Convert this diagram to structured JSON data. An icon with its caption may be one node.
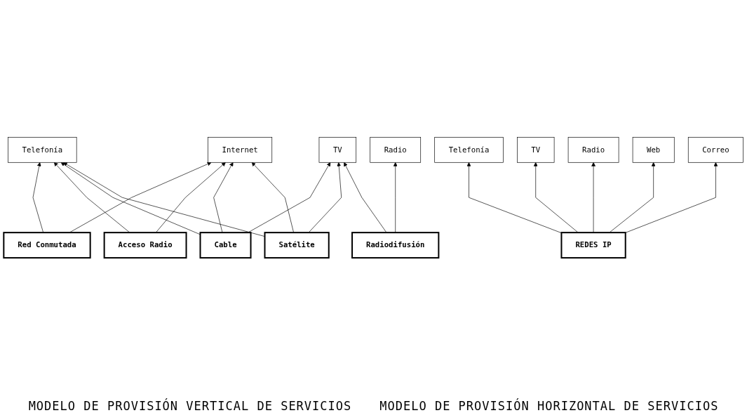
{
  "diagram": {
    "nodes": [
      {
        "text": [
          "Telefonía"
        ]
      },
      {
        "text": [
          "Internet"
        ]
      },
      {
        "text": [
          "TV"
        ]
      },
      {
        "text": [
          "Radio"
        ]
      },
      {
        "text": [
          "Red Conmutada"
        ]
      },
      {
        "text": [
          "Acceso Radio"
        ]
      },
      {
        "text": [
          "Cable"
        ]
      },
      {
        "text": [
          "Satélite"
        ]
      },
      {
        "text": [
          "Radiodifusión"
        ]
      },
      {
        "text": [
          "Telefonía"
        ]
      },
      {
        "text": [
          "TV"
        ]
      },
      {
        "text": [
          "Radio"
        ]
      },
      {
        "text": [
          "Web"
        ]
      },
      {
        "text": [
          "Correo"
        ]
      },
      {
        "text": [
          "REDES IP"
        ]
      }
    ],
    "edges": [
      {
        "from": 4,
        "to": 0,
        "arrow": "to"
      },
      {
        "from": 4,
        "to": 1,
        "arrow": "to"
      },
      {
        "from": 5,
        "to": 0,
        "arrow": "to"
      },
      {
        "from": 5,
        "to": 1,
        "arrow": "to"
      },
      {
        "from": 6,
        "to": 0,
        "arrow": "to"
      },
      {
        "from": 6,
        "to": 1,
        "arrow": "to"
      },
      {
        "from": 6,
        "to": 2,
        "arrow": "to"
      },
      {
        "from": 7,
        "to": 0,
        "arrow": "to"
      },
      {
        "from": 7,
        "to": 1,
        "arrow": "to"
      },
      {
        "from": 7,
        "to": 2,
        "arrow": "to"
      },
      {
        "from": 8,
        "to": 2,
        "arrow": "to"
      },
      {
        "from": 8,
        "to": 3,
        "arrow": "to"
      },
      {
        "from": 14,
        "to": 9,
        "arrow": "to"
      },
      {
        "from": 14,
        "to": 10,
        "arrow": "to"
      },
      {
        "from": 14,
        "to": 11,
        "arrow": "to"
      },
      {
        "from": 14,
        "to": 12,
        "arrow": "to"
      },
      {
        "from": 14,
        "to": 13,
        "arrow": "to"
      }
    ],
    "labels": [
      "MODELO DE PROVISIÓN VERTICAL DE SERVICIOS",
      "MODELO DE PROVISIÓN HORIZONTAL DE SERVICIOS"
    ]
  }
}
